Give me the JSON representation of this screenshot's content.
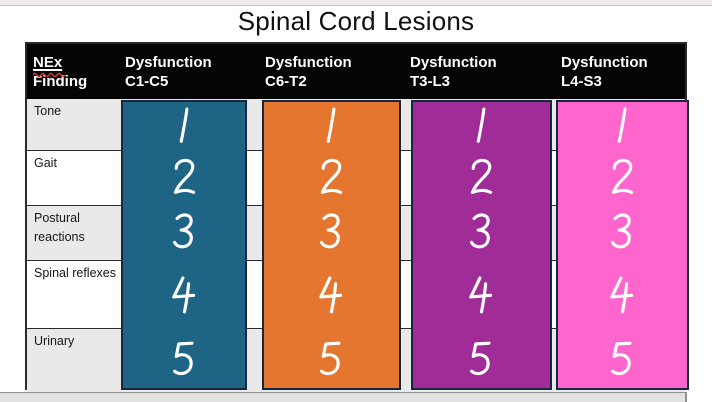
{
  "page": {
    "title": "Spinal Cord Lesions"
  },
  "table": {
    "header": {
      "col1_line1": "NEx",
      "col1_line2": "Finding",
      "columns": [
        {
          "line1": "Dysfunction",
          "line2": "C1-C5"
        },
        {
          "line1": "Dysfunction",
          "line2": "C6-T2"
        },
        {
          "line1": "Dysfunction",
          "line2": "T3-L3"
        },
        {
          "line1": "Dysfunction",
          "line2": "L4-S3"
        }
      ]
    },
    "rows": [
      {
        "label": "Tone"
      },
      {
        "label": "Gait"
      },
      {
        "label": "Postural reactions"
      },
      {
        "label": "Spinal reflexes"
      },
      {
        "label": "Urinary"
      }
    ]
  },
  "bars": [
    {
      "name": "c1-c5",
      "color": "#1d6485",
      "values": [
        "1",
        "2",
        "3",
        "4",
        "5"
      ]
    },
    {
      "name": "c6-t2",
      "color": "#e5762f",
      "values": [
        "1",
        "2",
        "3",
        "4",
        "5"
      ]
    },
    {
      "name": "t3-l3",
      "color": "#a02c98",
      "values": [
        "1",
        "2",
        "3",
        "4",
        "5"
      ]
    },
    {
      "name": "l4-s3",
      "color": "#ff66cd",
      "values": [
        "1",
        "2",
        "3",
        "4",
        "5"
      ]
    }
  ],
  "colors": {
    "row_stripe": "#e9e9e9",
    "row_white": "#ffffff",
    "header_bg": "#050505",
    "bar_border": "#17283e",
    "squiggle_red": "#e03131"
  }
}
